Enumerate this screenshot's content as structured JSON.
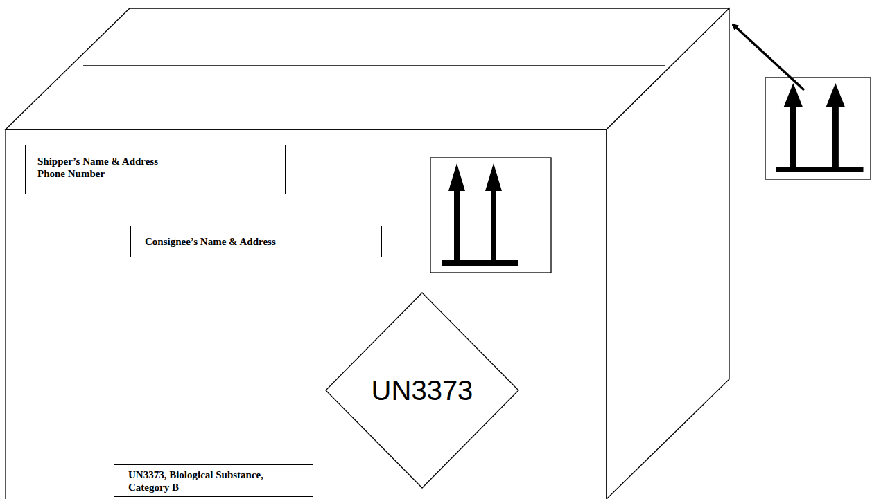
{
  "diagram": {
    "nodes": [
      {
        "text": [
          "Shipper’s Name & Address",
          "Phone Number"
        ]
      },
      {
        "text": [
          "Consignee’s Name & Address"
        ]
      },
      {
        "text": [
          "UN3373"
        ]
      },
      {
        "text": [
          "UN3373, Biological Substance, Category B"
        ]
      }
    ]
  }
}
